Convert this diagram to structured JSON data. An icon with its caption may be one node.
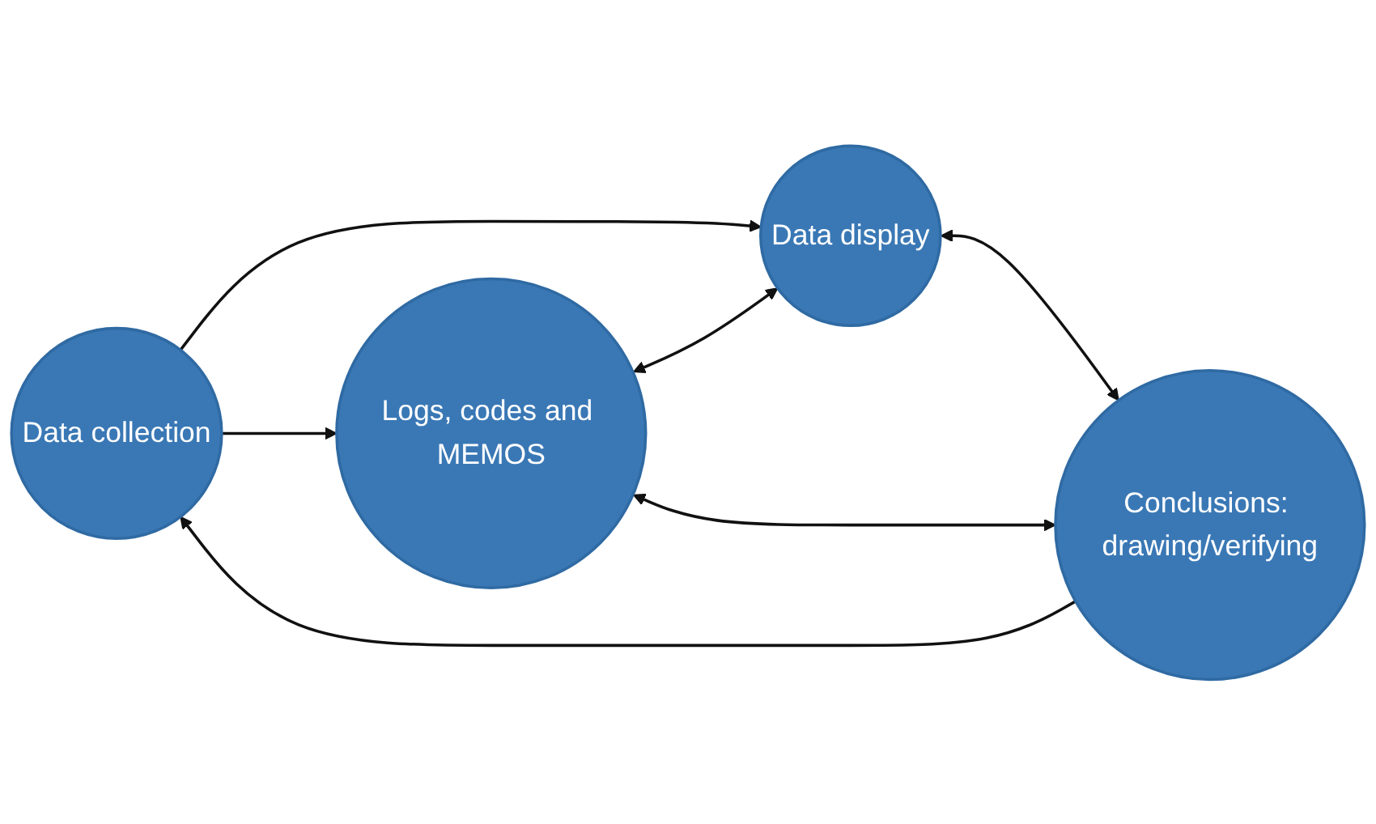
{
  "diagram": {
    "nodes": [
      {
        "text": [
          "Data collection"
        ]
      },
      {
        "text": [
          "Data display"
        ]
      },
      {
        "text": [
          "Logs, codes and MEMOS"
        ]
      },
      {
        "text": [
          "Conclusions: drawing/verifying"
        ]
      }
    ],
    "edges": [
      {
        "from": 0,
        "to": 1,
        "arrow": "to"
      },
      {
        "from": 0,
        "to": 2,
        "arrow": "to"
      },
      {
        "from": 2,
        "to": 1,
        "arrow": "both"
      },
      {
        "from": 1,
        "to": 3,
        "arrow": "both"
      },
      {
        "from": 2,
        "to": 3,
        "arrow": "both"
      },
      {
        "from": 3,
        "to": 0,
        "arrow": "to"
      }
    ]
  }
}
